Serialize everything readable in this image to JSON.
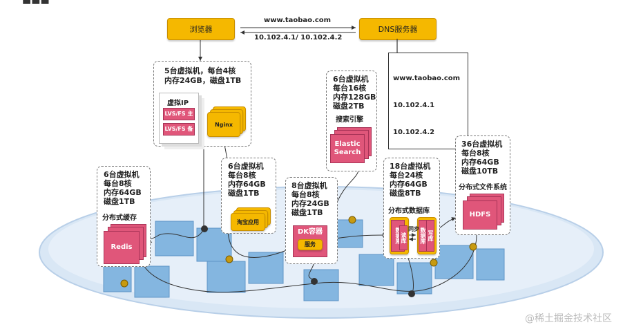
{
  "browser": "浏览器",
  "dns_server": "DNS服务器",
  "domain": "www.taobao.com",
  "ip_pair": "10.102.4.1/ 10.102.4.2",
  "dns_record": {
    "domain": "www.taobao.com",
    "ip1": "10.102.4.1",
    "ip2": "10.102.4.2"
  },
  "lvs": {
    "spec1": "5台虚拟机，每台4核",
    "spec2": "内存24GB，磁盘1TB",
    "vip": "虚拟IP",
    "master": "LVS/FS 主",
    "backup": "LVS/FS 备",
    "nginx": "Nginx"
  },
  "search": {
    "spec": "6台虚拟机\n每台16核\n内存128GB\n磁盘2TB",
    "title": "搜索引擎",
    "node": "Elastic\nSearch"
  },
  "hdfs": {
    "spec": "36台虚拟机\n每台8核\n内存64GB\n磁盘10TB",
    "title": "分布式文件系统",
    "node": "HDFS"
  },
  "redis": {
    "spec": "6台虚拟机\n每台8核\n内存64GB\n磁盘1TB",
    "title": "分布式缓存",
    "node": "Redis"
  },
  "taobao": {
    "spec": "6台虚拟机\n每台8核\n内存64GB\n磁盘1TB",
    "node": "淘宝应用"
  },
  "docker": {
    "spec": "8台虚拟机\n每台8核\n内存24GB\n磁盘1TB",
    "node": "DK容器",
    "service": "服务"
  },
  "db": {
    "spec": "18台虚拟机\n每台24核\n内存64GB\n磁盘8TB",
    "title": "分布式数据库",
    "read": "读库",
    "write": "写库",
    "sync": "同步",
    "db1": "数据库",
    "db2": "数据库"
  },
  "watermark": "@稀土掘金技术社区",
  "colors": {
    "yellow": "#f5b800",
    "pink": "#e0567a",
    "server": "#7bb3e0",
    "platform": "#dce8f5"
  }
}
